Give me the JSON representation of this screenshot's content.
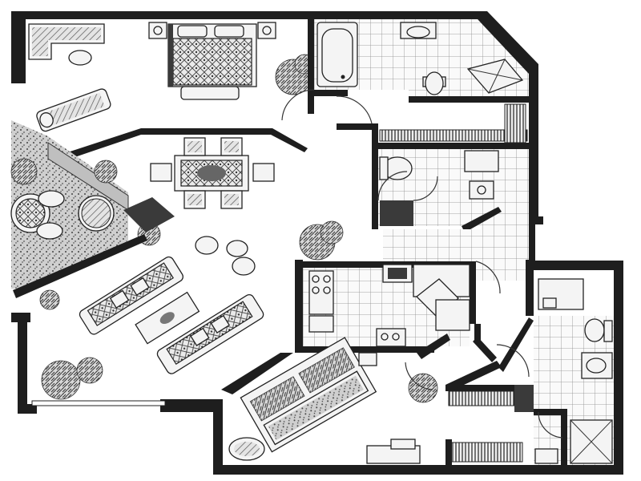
{
  "figure": {
    "kind": "architectural floor plan",
    "style": "monochrome sketch",
    "rooms": [
      {
        "id": "master-bedroom",
        "furniture": [
          "bed",
          "chaise",
          "armchair",
          "plant"
        ]
      },
      {
        "id": "master-bath",
        "furniture": [
          "tub",
          "sink",
          "toilet",
          "shower"
        ]
      },
      {
        "id": "walk-in-closet",
        "furniture": [
          "shelving"
        ]
      },
      {
        "id": "powder-room",
        "furniture": [
          "toilet",
          "vanity",
          "sink"
        ]
      },
      {
        "id": "dining",
        "furniture": [
          "dining-table",
          "chairs"
        ]
      },
      {
        "id": "living",
        "furniture": [
          "sofa",
          "sofa",
          "coffee-table",
          "side-chairs"
        ]
      },
      {
        "id": "terrace",
        "furniture": [
          "round-table",
          "chairs",
          "planters"
        ]
      },
      {
        "id": "kitchen",
        "furniture": [
          "range",
          "sink",
          "counters"
        ]
      },
      {
        "id": "second-bedroom",
        "furniture": [
          "bed",
          "chair",
          "desk"
        ]
      },
      {
        "id": "second-bath",
        "furniture": [
          "toilet",
          "vanity",
          "shower"
        ]
      },
      {
        "id": "laundry",
        "furniture": [
          "washer",
          "dryer"
        ]
      }
    ]
  }
}
